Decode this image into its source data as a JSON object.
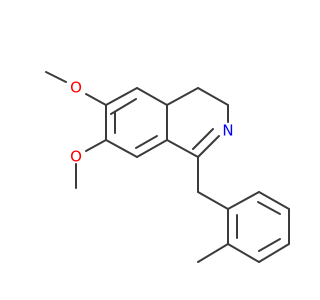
{
  "molecule": {
    "atoms": {
      "o_upper": {
        "label": "O",
        "color": "#ff0000"
      },
      "o_lower": {
        "label": "O",
        "color": "#ff0000"
      },
      "n_ring": {
        "label": "N",
        "color": "#0000ff"
      }
    },
    "bond_color": "#3b3b3b"
  }
}
